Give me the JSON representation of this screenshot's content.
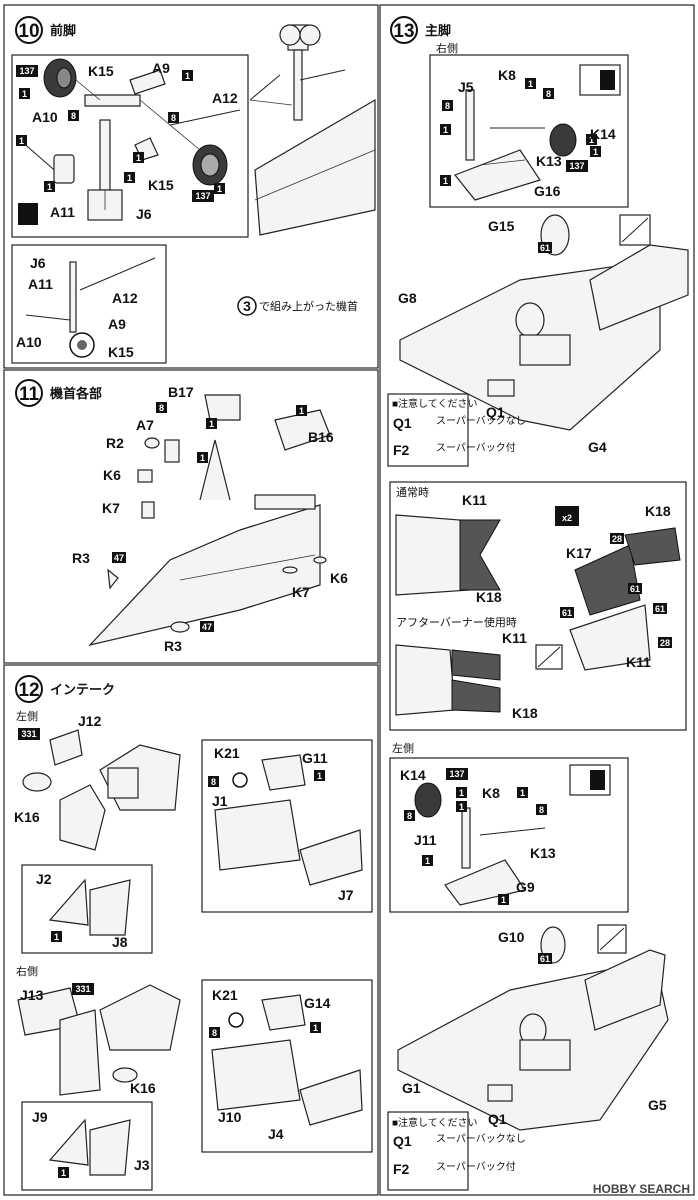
{
  "sections": {
    "s10": {
      "number": "10",
      "title": "前脚"
    },
    "s11": {
      "number": "11",
      "title": "機首各部"
    },
    "s12": {
      "number": "12",
      "title": "インテーク"
    },
    "s13": {
      "number": "13",
      "title": "主脚"
    }
  },
  "captions": {
    "nose_assembled": "で組み上がった機首",
    "nose_ref_num": "3",
    "right_side": "右側",
    "left_side": "左側",
    "normal": "通常時",
    "afterburner": "アフターバーナー使用時",
    "multiplier": "x2"
  },
  "notes": {
    "header": "■注意してください",
    "q1": "Q1",
    "q1_text": "スーパーバックなし",
    "f2": "F2",
    "f2_text": "スーパーバック付"
  },
  "tags": {
    "t1": "1",
    "t8": "8",
    "t28": "28",
    "t47": "47",
    "t61": "61",
    "t137": "137",
    "t331": "331"
  },
  "parts": {
    "K15": "K15",
    "A9": "A9",
    "A12": "A12",
    "A10": "A10",
    "A11": "A11",
    "J6": "J6",
    "B17": "B17",
    "A7": "A7",
    "R2": "R2",
    "K6": "K6",
    "K7": "K7",
    "B16": "B16",
    "R3": "R3",
    "J12": "J12",
    "K16": "K16",
    "K21": "K21",
    "G11": "G11",
    "J1": "J1",
    "J7": "J7",
    "J2": "J2",
    "J8": "J8",
    "J13": "J13",
    "G14": "G14",
    "J10": "J10",
    "J4": "J4",
    "J9": "J9",
    "J3": "J3",
    "J5": "J5",
    "K8": "K8",
    "K13": "K13",
    "K14": "K14",
    "G16": "G16",
    "G15": "G15",
    "G8": "G8",
    "Q1": "Q1",
    "G4": "G4",
    "K11": "K11",
    "K18": "K18",
    "K17": "K17",
    "J11": "J11",
    "G9": "G9",
    "G10": "G10",
    "G1": "G1",
    "G5": "G5"
  },
  "watermark": "HOBBY SEARCH"
}
